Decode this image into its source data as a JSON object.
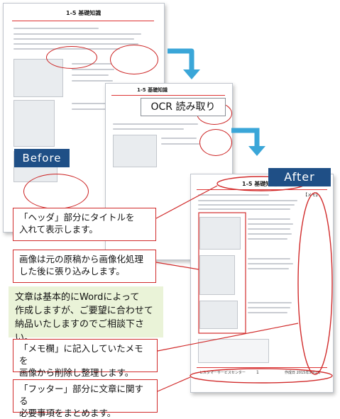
{
  "labels": {
    "before": "Before",
    "ocr": "OCR 読み取り",
    "after": "After"
  },
  "document": {
    "title": "1-5 基礎知識",
    "memo_label": "【メモ】",
    "footer_left": "ヒスタマーサービスセンター",
    "footer_page": "1",
    "footer_date": "作成日 2015年5月1日"
  },
  "callouts": {
    "header": "「ヘッダ」部分にタイトルを\n入れて表示します。",
    "image": "画像は元の原稿から画像化処理\nした後に張り込みします。",
    "memo": "「メモ欄」に記入していたメモを\n画像から削除し整理します。",
    "footer": "「フッター」部分に文章に関する\n必要事項をまとめます。"
  },
  "note": "文章は基本的にWordによって\n作成しますが、ご要望に合わせて\n納品いたしますのでご相談下さい。",
  "colors": {
    "label_bg": "#1f4f86",
    "arrow": "#3aa6d8",
    "callout_border": "#d12b2b",
    "note_bg": "#eaf3d8"
  }
}
